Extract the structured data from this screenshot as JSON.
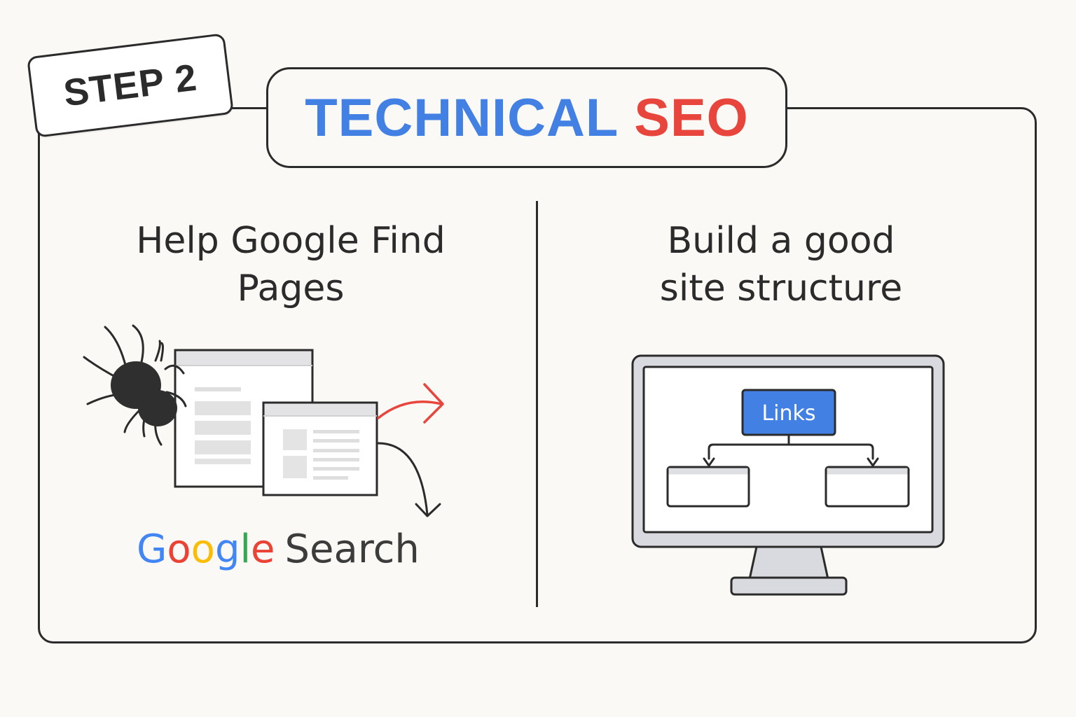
{
  "badge": {
    "label": "STEP 2"
  },
  "title": {
    "part1": "TECHNICAL",
    "part2": "SEO"
  },
  "left": {
    "heading_line1": "Help Google Find",
    "heading_line2": "Pages",
    "logo_letters": [
      "G",
      "o",
      "o",
      "g",
      "l",
      "e"
    ],
    "logo_word": "Search",
    "icons": [
      "spider-icon",
      "web-page-icon",
      "red-arrow-icon",
      "black-arrow-icon"
    ]
  },
  "right": {
    "heading_line1": "Build a good",
    "heading_line2": "site structure",
    "links_label": "Links",
    "icons": [
      "monitor-icon",
      "tree-diagram-icon"
    ]
  },
  "colors": {
    "blue": "#4280e4",
    "red": "#e8453c",
    "ink": "#2b2b2b",
    "background": "#fbf9f6"
  }
}
